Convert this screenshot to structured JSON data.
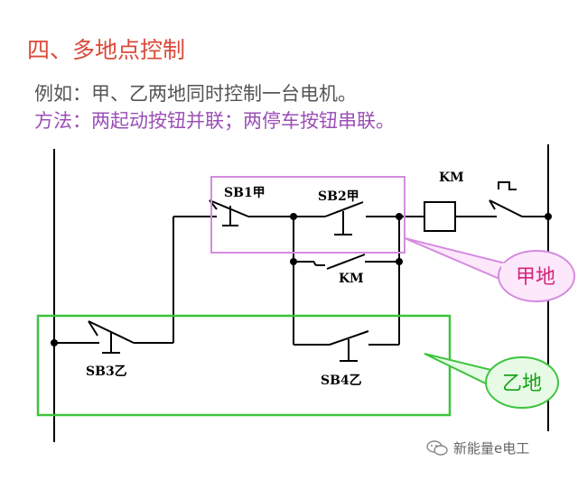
{
  "heading": "四、多地点控制",
  "example": "例如：甲、乙两地同时控制一台电机。",
  "method": "方法：两起动按钮并联；两停车按钮串联。",
  "labels": {
    "sb1": "SB1甲",
    "sb2": "SB2甲",
    "km_coil": "KM",
    "km_contact": "KM",
    "sb3": "SB3乙",
    "sb4": "SB4乙"
  },
  "callouts": {
    "jia": "甲地",
    "yi": "乙地"
  },
  "colors": {
    "heading": "#d94a3a",
    "method": "#9b4fb6",
    "jia_box": "#d58be0",
    "yi_box": "#3cc43c"
  },
  "watermark": {
    "icon": "wechat-icon",
    "text": "新能量e电工"
  }
}
